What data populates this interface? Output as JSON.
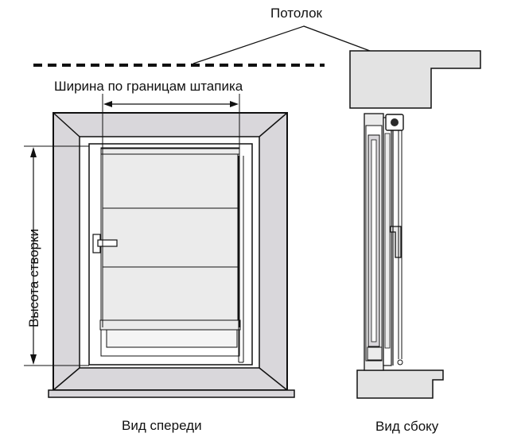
{
  "labels": {
    "ceiling": "Потолок",
    "width": "Ширина по границам штапика",
    "height": "Высота створки",
    "front_view": "Вид спереди",
    "side_view": "Вид сбоку"
  },
  "colors": {
    "frame_fill": "#d9d7db",
    "blind_fill": "#ebebeb",
    "blind_bottom_fill": "#f4f4f4",
    "line": "#111111",
    "wall_fill": "#e3e3e3"
  }
}
